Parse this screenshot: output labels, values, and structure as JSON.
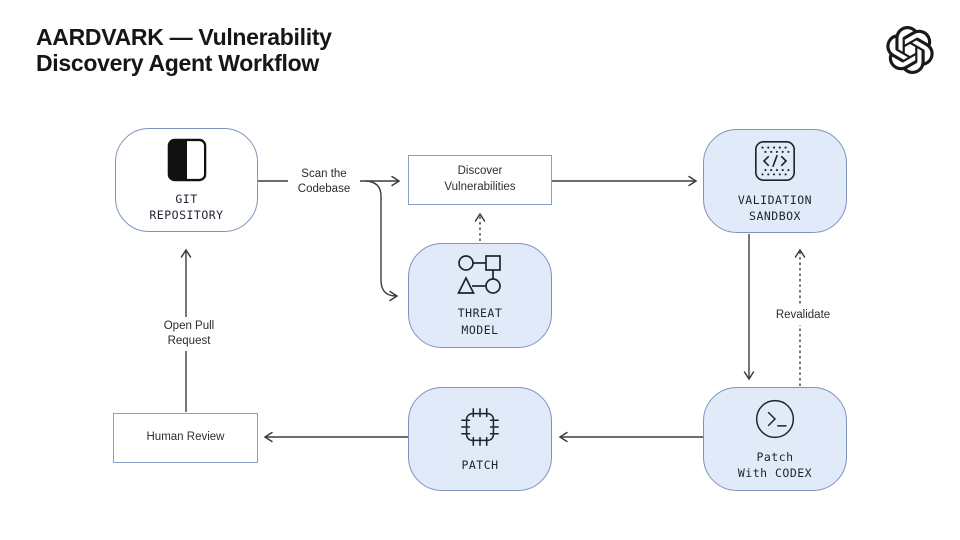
{
  "title": {
    "text": "AARDVARK — Vulnerability\nDiscovery Agent Workflow"
  },
  "logo": {
    "name": "openai-logo"
  },
  "nodes": {
    "git_repository": {
      "label": "GIT\nREPOSITORY",
      "icon": "repository-book-icon"
    },
    "discover_vulnerabilities": {
      "label": "Discover\nVulnerabilities"
    },
    "threat_model": {
      "label": "THREAT\nMODEL",
      "icon": "threat-model-shapes-icon"
    },
    "validation_sandbox": {
      "label": "VALIDATION\nSANDBOX",
      "icon": "code-sandbox-icon"
    },
    "patch_with_codex": {
      "label": "Patch\nWith CODEX",
      "icon": "terminal-icon"
    },
    "patch": {
      "label": "PATCH",
      "icon": "chip-icon"
    },
    "human_review": {
      "label": "Human Review"
    }
  },
  "edges": {
    "scan_the_codebase": {
      "label": "Scan the\nCodebase"
    },
    "open_pull_request": {
      "label": "Open Pull\nRequest"
    },
    "revalidate": {
      "label": "Revalidate"
    }
  },
  "colors": {
    "background": "#ffffff",
    "node_fill": "#e1eaf8",
    "node_border": "#7f94ba",
    "rect_border": "#87a1c9",
    "line": "#3d3d3d",
    "title": "#161616"
  }
}
